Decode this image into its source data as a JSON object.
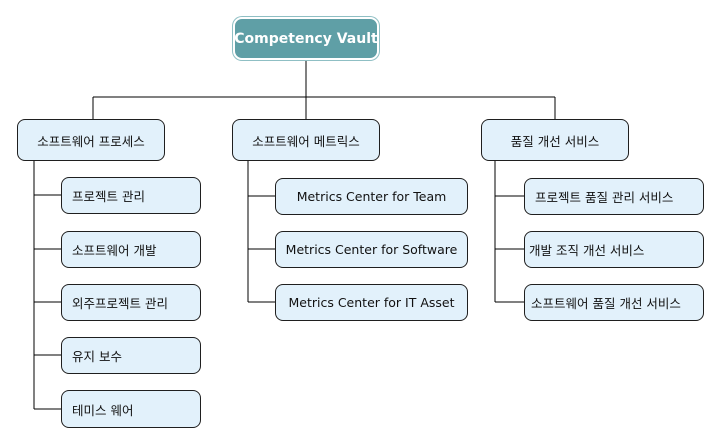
{
  "root": {
    "label": "Competency Vault"
  },
  "branches": [
    {
      "label": "소프트웨어 프로세스",
      "children": [
        "프로젝트 관리",
        "소프트웨어 개발",
        "외주프로젝트 관리",
        "유지 보수",
        "테미스 웨어"
      ]
    },
    {
      "label": "소프트웨어 메트릭스",
      "children": [
        "Metrics Center for Team",
        "Metrics Center for Software",
        "Metrics Center for IT Asset"
      ]
    },
    {
      "label": "품질 개선 서비스",
      "children": [
        "프로젝트 품질 관리 서비스",
        "개발 조직 개선 서비스",
        "소프트웨어 품질 개선 서비스"
      ]
    }
  ],
  "colors": {
    "root_fill": "#5f9fa6",
    "node_fill": "#e2f1fb",
    "connector": "#000000"
  }
}
